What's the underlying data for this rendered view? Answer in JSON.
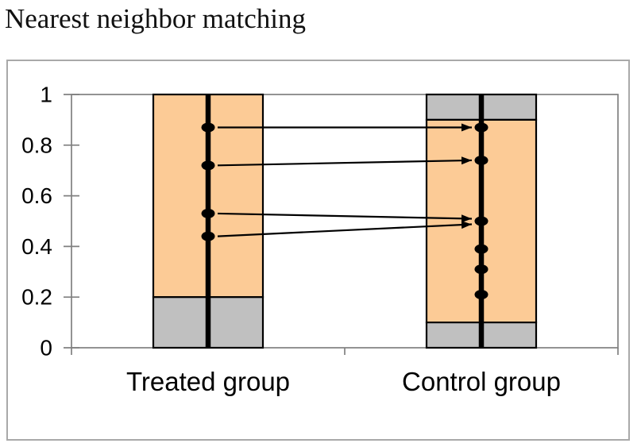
{
  "page": {
    "title": "Nearest neighbor matching"
  },
  "chart_data": {
    "type": "matching-diagram",
    "title": "Nearest neighbor matching",
    "xlabel": "",
    "ylabel": "",
    "ylim": [
      0,
      1
    ],
    "yticks": [
      0,
      0.2,
      0.4,
      0.6,
      0.8,
      1
    ],
    "ytick_labels": [
      "0",
      "0.2",
      "0.4",
      "0.6",
      "0.8",
      "1"
    ],
    "grid": false,
    "legend": false,
    "colors": {
      "support": "#FCCB96",
      "off_support": "#C0C0C0",
      "point": "#000000",
      "arrow": "#000000",
      "axis": "#808080"
    },
    "groups": [
      {
        "label": "Treated group",
        "segments": [
          {
            "from": 0.2,
            "to": 1.0,
            "region": "support"
          },
          {
            "from": 0.0,
            "to": 0.2,
            "region": "off_support"
          }
        ],
        "points": [
          0.87,
          0.72,
          0.53,
          0.44
        ]
      },
      {
        "label": "Control group",
        "segments": [
          {
            "from": 0.9,
            "to": 1.0,
            "region": "off_support"
          },
          {
            "from": 0.1,
            "to": 0.9,
            "region": "support"
          },
          {
            "from": 0.0,
            "to": 0.1,
            "region": "off_support"
          }
        ],
        "points": [
          0.87,
          0.74,
          0.5,
          0.39,
          0.31,
          0.21
        ]
      }
    ],
    "matches": [
      {
        "from": 0.87,
        "to": 0.87
      },
      {
        "from": 0.72,
        "to": 0.74
      },
      {
        "from": 0.53,
        "to": 0.5
      },
      {
        "from": 0.44,
        "to": 0.5
      }
    ]
  }
}
